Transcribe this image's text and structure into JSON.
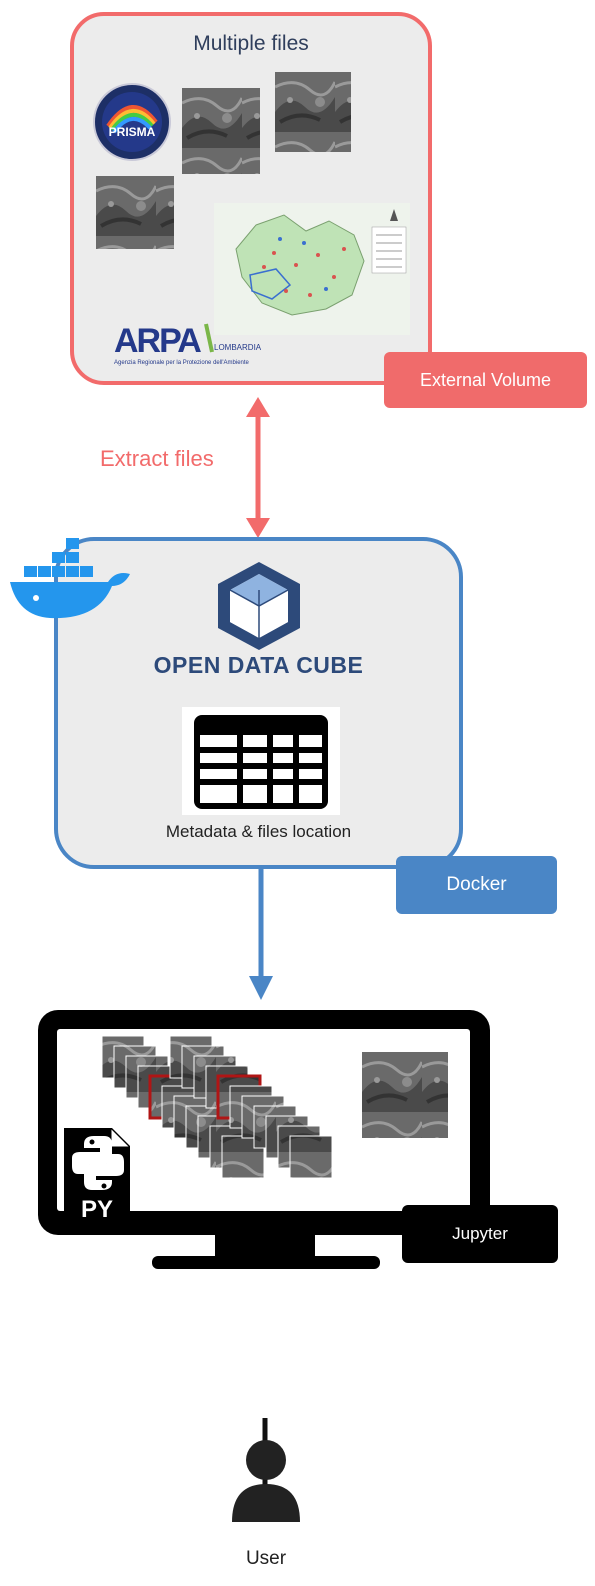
{
  "external_volume": {
    "title": "Multiple files",
    "tag": "External Volume",
    "prisma_logo_text": "PRISMA",
    "arpa_logo_text": "ARPA",
    "arpa_logo_region": "LOMBARDIA",
    "arpa_logo_subtitle": "Agenzia Regionale per la Protezione dell'Ambiente"
  },
  "arrows": {
    "extract_label": "Extract files"
  },
  "docker": {
    "tag": "Docker",
    "odc_text": "OPEN DATA CUBE",
    "metadata_label": "Metadata & files location"
  },
  "jupyter": {
    "tag": "Jupyter",
    "py_label": "PY"
  },
  "user": {
    "label": "User"
  },
  "colors": {
    "external_accent": "#f26b6b",
    "docker_accent": "#4a86c6",
    "jupyter_accent": "#000000",
    "box_fill": "#ececec",
    "odc_navy": "#2d4a7a"
  }
}
